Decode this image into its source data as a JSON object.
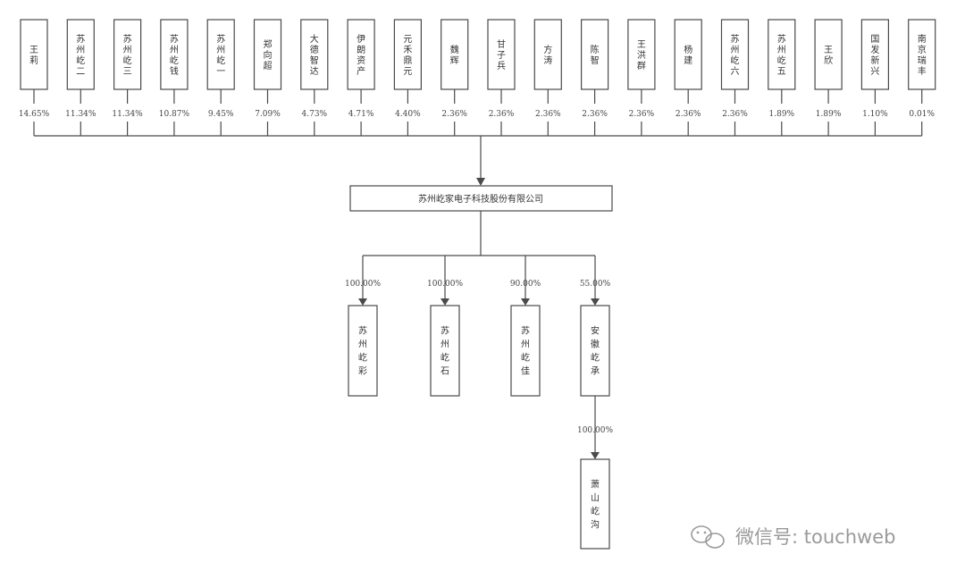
{
  "shareholders": [
    {
      "name": "王莉",
      "pct": "14.65%"
    },
    {
      "name": "苏州屹二",
      "pct": "11.34%"
    },
    {
      "name": "苏州屹三",
      "pct": "11.34%"
    },
    {
      "name": "苏州屹钱",
      "pct": "10.87%"
    },
    {
      "name": "苏州屹一",
      "pct": "9.45%"
    },
    {
      "name": "郑向超",
      "pct": "7.09%"
    },
    {
      "name": "大德智达",
      "pct": "4.73%"
    },
    {
      "name": "伊朗资产",
      "pct": "4.71%"
    },
    {
      "name": "元禾鼎元",
      "pct": "4.40%"
    },
    {
      "name": "魏辉",
      "pct": "2.36%"
    },
    {
      "name": "甘子兵",
      "pct": "2.36%"
    },
    {
      "name": "方涛",
      "pct": "2.36%"
    },
    {
      "name": "陈智",
      "pct": "2.36%"
    },
    {
      "name": "王洪群",
      "pct": "2.36%"
    },
    {
      "name": "杨建",
      "pct": "2.36%"
    },
    {
      "name": "苏州屹六",
      "pct": "2.36%"
    },
    {
      "name": "苏州屹五",
      "pct": "1.89%"
    },
    {
      "name": "王欣",
      "pct": "1.89%"
    },
    {
      "name": "国发新兴",
      "pct": "1.10%"
    },
    {
      "name": "南京瑞丰",
      "pct": "0.01%"
    }
  ],
  "company": {
    "name": "苏州屹家电子科技股份有限公司"
  },
  "subsidiaries": [
    {
      "name": "苏州屹彩",
      "pct": "100.00%"
    },
    {
      "name": "苏州屹石",
      "pct": "100.00%"
    },
    {
      "name": "苏州屹佳",
      "pct": "90.00%"
    },
    {
      "name": "安徽屹承",
      "pct": "55.00%"
    }
  ],
  "grandchild": {
    "name": "萧山屹沟",
    "pct": "100.00%"
  },
  "watermark": {
    "text": "微信号: touchweb",
    "icon": "wechat-icon"
  }
}
